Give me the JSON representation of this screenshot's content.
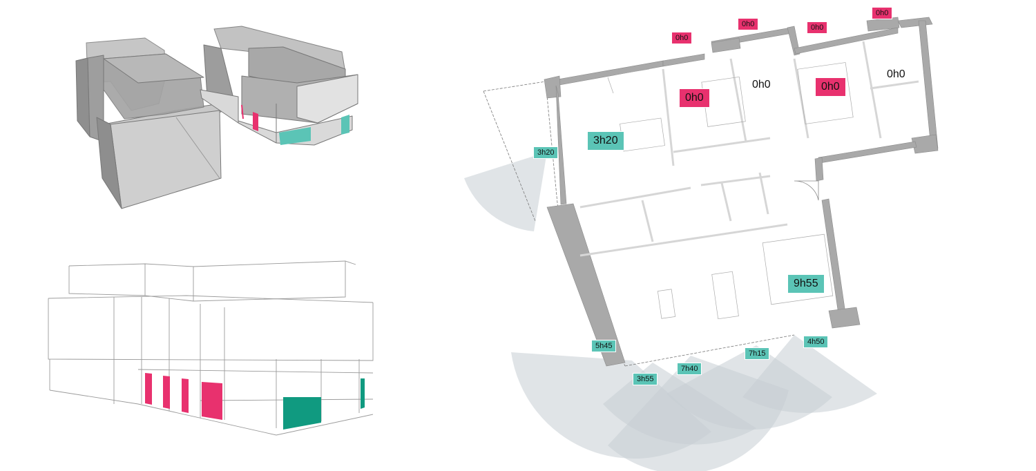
{
  "colors": {
    "magenta": "#e8316e",
    "teal": "#5bc4b6",
    "dark_teal": "#109a80",
    "wall": "#a9a9a9",
    "cone": "#c7cdd4",
    "glass": "#9d9d9d",
    "line": "#8a8a8a"
  },
  "plan": {
    "window_labels": [
      {
        "text": "0h0",
        "color": "magenta"
      },
      {
        "text": "0h0",
        "color": "magenta"
      },
      {
        "text": "0h0",
        "color": "magenta"
      },
      {
        "text": "0h0",
        "color": "magenta"
      },
      {
        "text": "3h20",
        "color": "teal"
      },
      {
        "text": "5h45",
        "color": "teal"
      },
      {
        "text": "3h55",
        "color": "teal"
      },
      {
        "text": "7h40",
        "color": "teal"
      },
      {
        "text": "7h15",
        "color": "teal"
      },
      {
        "text": "4h50",
        "color": "teal"
      }
    ],
    "room_labels": [
      {
        "text": "0h0",
        "color": "magenta"
      },
      {
        "text": "0h0",
        "color": "none"
      },
      {
        "text": "0h0",
        "color": "magenta"
      },
      {
        "text": "0h0",
        "color": "none"
      },
      {
        "text": "3h20",
        "color": "teal"
      },
      {
        "text": "9h55",
        "color": "teal"
      }
    ]
  },
  "views": {
    "top": "massing-model-axonometric",
    "bottom": "wireframe-axonometric"
  }
}
